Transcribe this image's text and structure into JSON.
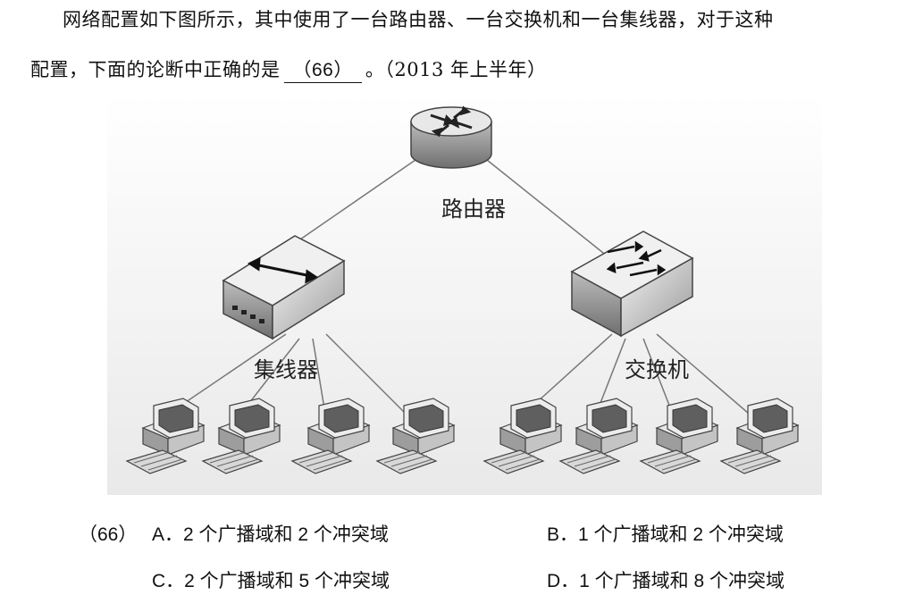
{
  "question": {
    "line1": "网络配置如下图所示，其中使用了一台路由器、一台交换机和一台集线器，对于这种",
    "line2_prefix": "配置，下面的论断中正确的是",
    "blank": "（66）",
    "line2_suffix": "。（2013 年上半年）"
  },
  "figure": {
    "router_label": "路由器",
    "hub_label": "集线器",
    "switch_label": "交换机"
  },
  "options": {
    "number": "（66）",
    "a": "A．2 个广播域和 2 个冲突域",
    "b": "B．1 个广播域和 2 个冲突域",
    "c": "C．2 个广播域和 5 个冲突域",
    "d": "D．1 个广播域和 8 个冲突域"
  }
}
